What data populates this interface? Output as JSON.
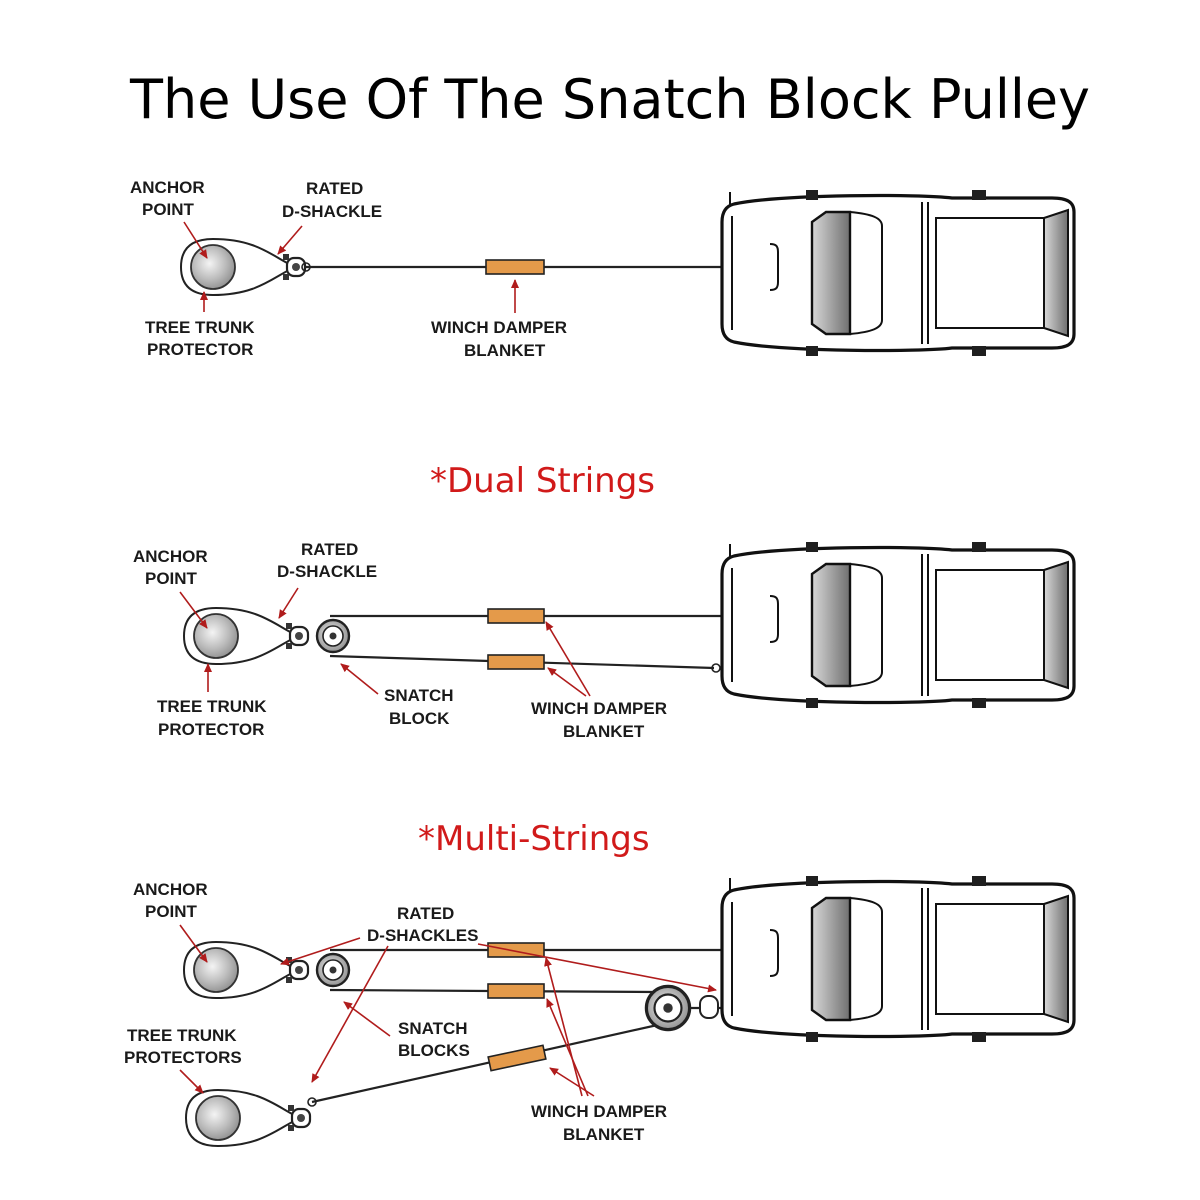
{
  "title": "The Use Of The Snatch Block Pulley",
  "sections": {
    "single": {
      "labels": {
        "anchor_1": "ANCHOR",
        "anchor_2": "POINT",
        "shackle_1": "RATED",
        "shackle_2": "D-SHACKLE",
        "protector_1": "TREE TRUNK",
        "protector_2": "PROTECTOR",
        "damper_1": "WINCH DAMPER",
        "damper_2": "BLANKET"
      }
    },
    "dual": {
      "heading": "*Dual Strings",
      "labels": {
        "anchor_1": "ANCHOR",
        "anchor_2": "POINT",
        "shackle_1": "RATED",
        "shackle_2": "D-SHACKLE",
        "protector_1": "TREE TRUNK",
        "protector_2": "PROTECTOR",
        "snatch_1": "SNATCH",
        "snatch_2": "BLOCK",
        "damper_1": "WINCH DAMPER",
        "damper_2": "BLANKET"
      }
    },
    "multi": {
      "heading": "*Multi-Strings",
      "labels": {
        "anchor_1": "ANCHOR",
        "anchor_2": "POINT",
        "shackle_1": "RATED",
        "shackle_2": "D-SHACKLES",
        "protector_1": "TREE TRUNK",
        "protector_2": "PROTECTORS",
        "snatch_1": "SNATCH",
        "snatch_2": "BLOCKS",
        "damper_1": "WINCH DAMPER",
        "damper_2": "BLANKET"
      }
    }
  },
  "colors": {
    "heading_red": "#d11a1a",
    "arrow_red": "#b01c1c",
    "damper_orange": "#e49a4a"
  }
}
